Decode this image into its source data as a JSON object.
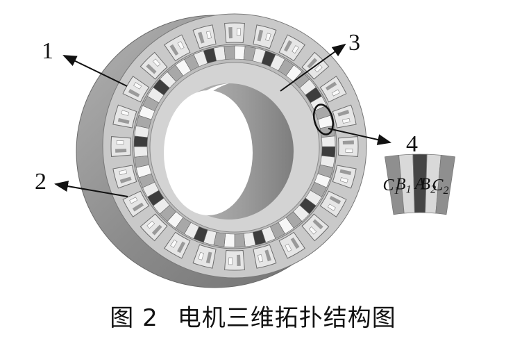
{
  "labels": {
    "part1": "1",
    "part2": "2",
    "part3": "3",
    "part4": "4"
  },
  "segments": [
    {
      "letter": "C",
      "sub": "1",
      "color": "#8f8f8f"
    },
    {
      "letter": "B",
      "sub": "1",
      "color": "#d9d9d9"
    },
    {
      "letter": "A",
      "sub": "",
      "color": "#454545"
    },
    {
      "letter": "B",
      "sub": "2",
      "color": "#d9d9d9"
    },
    {
      "letter": "C",
      "sub": "2",
      "color": "#8f8f8f"
    }
  ],
  "caption": {
    "figure": "图 2",
    "title": "电机三维拓扑结构图"
  },
  "colors": {
    "outer_stator": "#8a8a8a",
    "inner_ring": "#cfcfcf",
    "magnet_dark": "#3a3a3a",
    "magnet_light": "#f2f2f2",
    "arrow": "#111111"
  }
}
